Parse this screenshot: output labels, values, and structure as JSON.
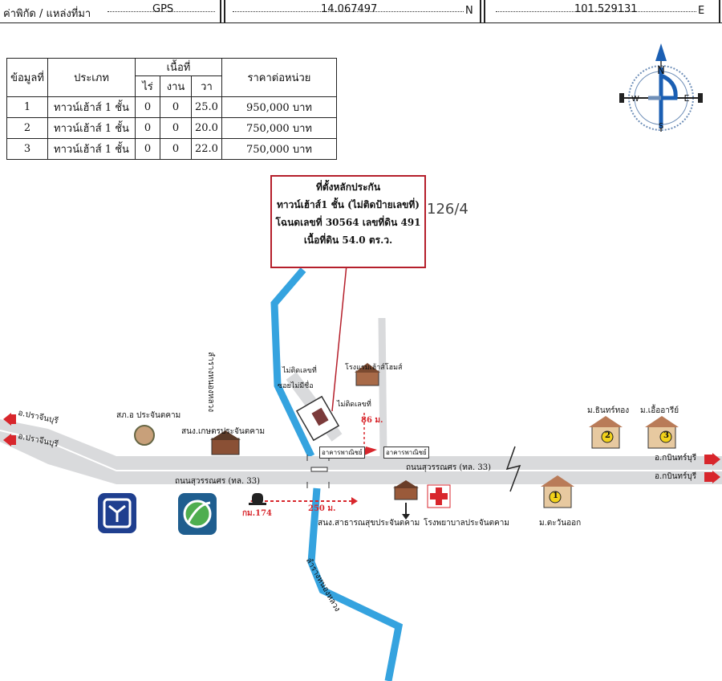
{
  "header": {
    "coord_label": "ค่าพิกัด / แหล่งที่มา",
    "source": "GPS",
    "lat": "14.067497",
    "lat_suffix": "N",
    "lon": "101.529131",
    "lon_suffix": "E"
  },
  "table": {
    "col_no": "ข้อมูลที่",
    "col_type": "ประเภท",
    "col_area": "เนื้อที่",
    "col_rai": "ไร่",
    "col_ngan": "งาน",
    "col_wa": "วา",
    "col_price": "ราคาต่อหน่วย",
    "rows": [
      {
        "no": "1",
        "type": "ทาวน์เฮ้าส์ 1 ชั้น",
        "rai": "0",
        "ngan": "0",
        "wa": "25.0",
        "price": "950,000 บาท"
      },
      {
        "no": "2",
        "type": "ทาวน์เฮ้าส์ 1 ชั้น",
        "rai": "0",
        "ngan": "0",
        "wa": "20.0",
        "price": "750,000 บาท"
      },
      {
        "no": "3",
        "type": "ทาวน์เฮ้าส์ 1 ชั้น",
        "rai": "0",
        "ngan": "0",
        "wa": "22.0",
        "price": "750,000 บาท"
      }
    ]
  },
  "compass": {
    "n": "N",
    "s": "S",
    "e": "E",
    "w": "W",
    "colors": {
      "needle": "#1b5fb3",
      "body": "#6f8fb8"
    }
  },
  "callout": {
    "line1": "ที่ตั้งหลักประกัน",
    "line2": "ทาวน์เฮ้าส์1 ชั้น (ไม่ติดป้ายเลขที่)",
    "line3": "โฉนดเลขที่ 30564 เลขที่ดิน 491",
    "line4": "เนื้อที่ดิน 54.0 ตร.ว.",
    "handwritten": "126/4",
    "color": "#b51f2b"
  },
  "map": {
    "west_top": "อ.ปราจีนบุรี",
    "west_bottom": "อ.ปราจีนบุรี",
    "east_top": "อ.กบินทร์บุรี",
    "east_bottom": "อ.กบินทร์บุรี",
    "road_north": "ถนนสุวรรณศร (ทล. 33)",
    "road_south": "ถนนสุวรรณศร (ทล. 33)",
    "canal_north": "ลำรางหนองหลวง",
    "canal_south": "ลำรางหนองหลวง",
    "police": "สภ.อ ประจันตคาม",
    "agri_office": "สนง.เกษตรประจันตคาม",
    "health_office": "สนง.สาธารณสุขประจันตคาม",
    "hospital": "โรงพยาบาลประจันตคาม",
    "hotel": "โรงแรมเฮ้าส์โฮมส์",
    "no_number1": "ไม่ติดเลขที่",
    "no_number2": "ไม่ติดเลขที่",
    "alley": "ซอยไม่มีชื่อ",
    "commercial1": "อาคารพาณิชย์",
    "commercial2": "อาคารพาณิชย์",
    "dist_86": "86 ม.",
    "dist_250": "250 ม.",
    "km_post": "กม.174",
    "village1": "ม.ตะวันออก",
    "village2": "ม.ธินทร์ทอง",
    "village3": "ม.เอื้ออารีย์",
    "num1": "1",
    "num2": "2",
    "num3": "3",
    "colors": {
      "road": "#d9dadc",
      "canal": "#35a3df",
      "accent": "#d8262c"
    }
  }
}
